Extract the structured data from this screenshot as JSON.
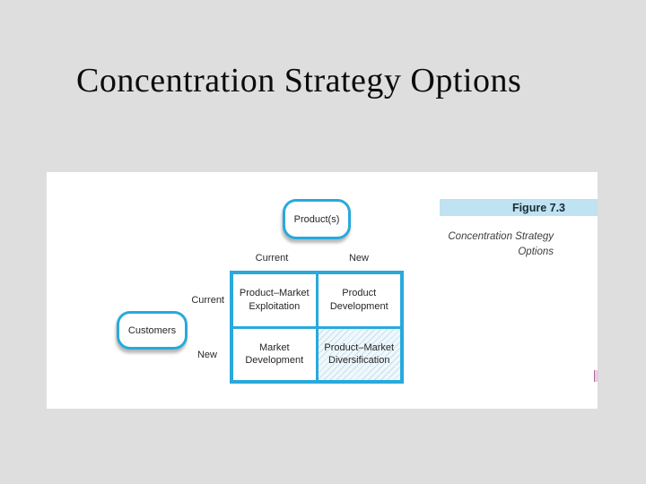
{
  "slide": {
    "title": "Concentration Strategy Options",
    "background_color": "#dedede"
  },
  "figure": {
    "figure_label": "Figure 7.3",
    "caption_line1": "Concentration Strategy",
    "caption_line2": "Options",
    "accent_color": "#29a9dc",
    "figure_bar_color": "#bfe3f2",
    "panel_color": "#ffffff",
    "product_axis": {
      "label": "Product(s)",
      "col_labels": [
        "Current",
        "New"
      ]
    },
    "customer_axis": {
      "label": "Customers",
      "row_labels": [
        "Current",
        "New"
      ]
    },
    "matrix": {
      "cells": [
        {
          "row": "Current",
          "col": "Current",
          "label": "Product–Market Exploitation",
          "hatched": false
        },
        {
          "row": "Current",
          "col": "New",
          "label": "Product Development",
          "hatched": false
        },
        {
          "row": "New",
          "col": "Current",
          "label": "Market Development",
          "hatched": false
        },
        {
          "row": "New",
          "col": "New",
          "label": "Product–Market Diversification",
          "hatched": true
        }
      ]
    }
  }
}
